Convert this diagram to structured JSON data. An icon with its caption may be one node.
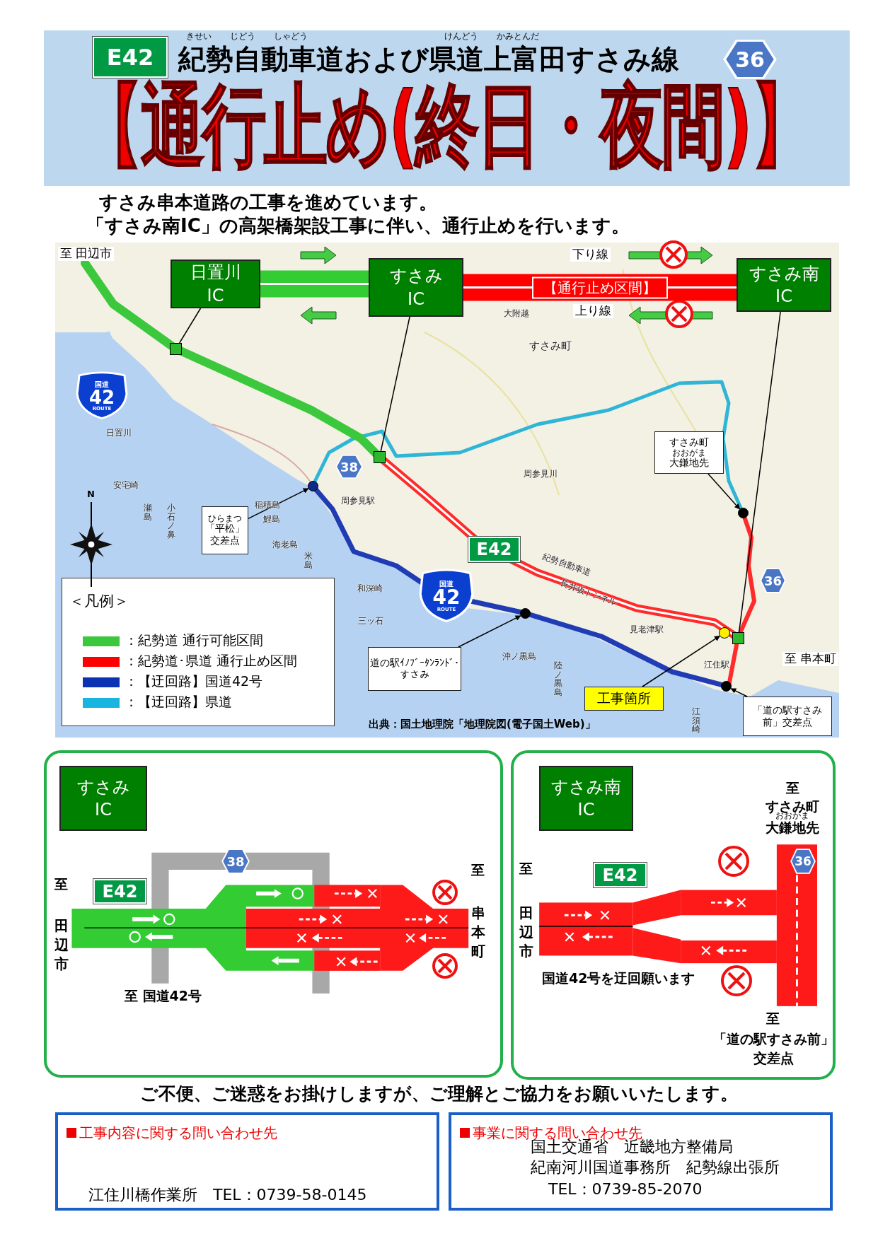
{
  "diagram": {
    "title": "【通行止め(終日・夜間)】",
    "caption": "出典：国土地理院「地理院図(電子国土Web)」",
    "nodes": [
      {
        "text": [
          "日置川 IC"
        ]
      },
      {
        "text": [
          "すさみ IC"
        ]
      },
      {
        "text": [
          "すさみ南 IC"
        ]
      },
      {
        "text": [],
        "shape": "box"
      },
      {
        "text": [],
        "shape": "box"
      },
      {
        "text": [],
        "shape": "box"
      },
      {
        "text": [
          "ひらまつ",
          "「平松」交差点"
        ]
      },
      {
        "text": [],
        "shape": "circle"
      },
      {
        "text": [
          "すさみ町",
          "おおがま",
          "大鎌地先"
        ]
      },
      {
        "text": [],
        "shape": "circle"
      },
      {
        "text": [
          "道の駅ｲﾉﾌﾞｰﾀﾝﾗﾝﾄﾞ･すさみ"
        ]
      },
      {
        "text": [],
        "shape": "circle"
      },
      {
        "text": [
          "工事箇所"
        ]
      },
      {
        "text": [],
        "shape": "circle"
      },
      {
        "text": [
          "「道の駅すさみ前」交差点"
        ]
      },
      {
        "text": [],
        "shape": "circle"
      },
      {
        "text": [
          "すさみ IC"
        ]
      },
      {
        "text": [
          "すさみ南 IC"
        ]
      },
      {
        "text": [
          "工事内容に関する問い合わせ先",
          "江住川橋作業所　TEL：0739-58-0145"
        ]
      },
      {
        "text": [
          "事業に関する問い合わせ先",
          "国土交通省　近畿地方整備局",
          "紀南河川国道事務所　紀勢線出張所",
          "TEL：0739-85-2070"
        ]
      },
      {
        "text": [
          "E42"
        ]
      },
      {
        "text": [
          "36"
        ]
      },
      {
        "text": [
          "国道",
          "42",
          "ROUTE"
        ]
      },
      {
        "text": [
          "38"
        ]
      },
      {
        "text": [
          "E42"
        ]
      },
      {
        "text": [
          "国道",
          "42",
          "ROUTE"
        ]
      },
      {
        "text": [
          "36"
        ]
      },
      {
        "text": [
          "38"
        ]
      },
      {
        "text": [
          "E42"
        ]
      },
      {
        "text": [
          "E42"
        ]
      },
      {
        "text": [
          "36"
        ]
      }
    ],
    "edges": [
      {
        "from": 0,
        "to": 1,
        "arrow": "none",
        "style": "thick",
        "color": "#33cc33"
      },
      {
        "from": 1,
        "to": 2,
        "arrow": "none",
        "style": "thick",
        "color": "#ff0000",
        "label": "【通行止め区間】"
      },
      {
        "from": 0,
        "to": 3,
        "arrow": "none"
      },
      {
        "from": 1,
        "to": 4,
        "arrow": "none"
      },
      {
        "from": 2,
        "to": 5,
        "arrow": "none"
      },
      {
        "from": 6,
        "to": 7,
        "arrow": "to"
      },
      {
        "from": 8,
        "to": 9,
        "arrow": "to"
      },
      {
        "from": 10,
        "to": 11,
        "arrow": "to"
      },
      {
        "from": 12,
        "to": 13,
        "arrow": "to"
      },
      {
        "from": 14,
        "to": 15,
        "arrow": "to"
      }
    ],
    "labels": [
      "きせい じどう しゃどう",
      "けんどう かみとんだ",
      "紀勢自動車道および県道上富田すさみ線",
      "すさみ串本道路の工事を進めています。",
      "「すさみ南IC」の高架橋架設工事に伴い、通行止めを行います。",
      "至 田辺市",
      "下り線",
      "上り線",
      "すさみ町",
      "大附越",
      "日置川",
      "周参見川",
      "安宅崎",
      "瀬島",
      "小石ノ鼻",
      "稲積島",
      "鯉島",
      "周参見駅",
      "海老島",
      "米島",
      "和深崎",
      "三ッ石",
      "紀勢自動車道",
      "長井坂トンネル",
      "見老津駅",
      "沖ノ黒島",
      "陸ノ黒島",
      "江住駅",
      "江須崎",
      "至 串本町",
      "N",
      "＜凡例＞",
      "至",
      "田辺市",
      "至",
      "串本町",
      "至 国道42号",
      "至",
      "田辺市",
      "至",
      "すさみ町",
      "おおがま",
      "大鎌地先",
      "国道42号を迂回願います",
      "至",
      "「道の駅すさみ前」交差点",
      "ご不便、ご迷惑をお掛けしますが、ご理解とご協力をお願いいたします。"
    ],
    "legend": [
      {
        "text": "：紀勢道 通行可能区間",
        "color": "#3cc83c"
      },
      {
        "text": "：紀勢道･県道 通行止め区間",
        "color": "#ff0000"
      },
      {
        "text": "：【迂回路】国道42号",
        "color": "#0c32b4"
      },
      {
        "text": "：【迂回路】県道",
        "color": "#1ab4e0"
      }
    ]
  }
}
